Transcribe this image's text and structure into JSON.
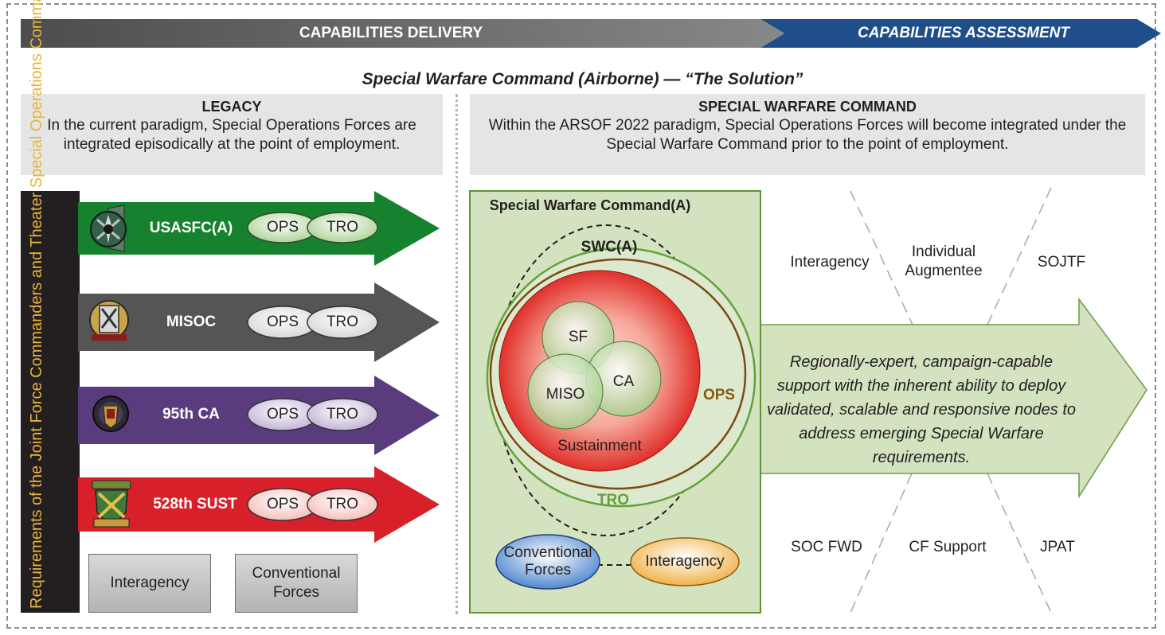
{
  "header": {
    "delivery_label": "CAPABILITIES DELIVERY",
    "assessment_label": "CAPABILITIES ASSESSMENT"
  },
  "subtitle": "Special Warfare Command (Airborne) — “The Solution”",
  "legacy": {
    "title": "LEGACY",
    "description": "In the current paradigm, Special Operations Forces are integrated episodically at the point of employment.",
    "sidebar_text": "Requirements of the Joint Force Commanders and Theater Special Operations Commands",
    "units": [
      {
        "name": "USASFC(A)",
        "color": "#16812f",
        "ops": "OPS",
        "tro": "TRO",
        "insignia": "special-forces-crest-icon"
      },
      {
        "name": "MISOC",
        "color": "#555555",
        "ops": "OPS",
        "tro": "TRO",
        "insignia": "misoc-crest-icon"
      },
      {
        "name": "95th CA",
        "color": "#5a3c7e",
        "ops": "OPS",
        "tro": "TRO",
        "insignia": "civil-affairs-crest-icon"
      },
      {
        "name": "528th SUST",
        "color": "#d8202a",
        "ops": "OPS",
        "tro": "TRO",
        "insignia": "sustainment-crest-icon"
      }
    ],
    "boxes": [
      "Interagency",
      "Conventional Forces"
    ]
  },
  "swc": {
    "title": "SPECIAL WARFARE COMMAND",
    "description": "Within the ARSOF 2022 paradigm, Special Operations Forces will become integrated under the Special Warfare Command prior to the point of employment.",
    "box_title": "Special Warfare Command(A)",
    "swc_label": "SWC(A)",
    "sf": "SF",
    "ca": "CA",
    "miso": "MISO",
    "sustainment": "Sustainment",
    "ops": "OPS",
    "tro": "TRO",
    "conventional_forces": "Conventional Forces",
    "interagency": "Interagency",
    "top_labels": [
      "Interagency",
      "Individual Augmentee",
      "SOJTF"
    ],
    "bottom_labels": [
      "SOC FWD",
      "CF Support",
      "JPAT"
    ],
    "arrow_text": "Regionally-expert, campaign-capable support with the inherent ability to deploy validated, scalable and responsive nodes to address emerging Special Warfare requirements."
  },
  "colors": {
    "delivery_bar": "#5c5c5c",
    "assessment_bar": "#1f4e8a",
    "swc_green": "#d3e2bf",
    "ops_brown": "#8a5a12",
    "tro_green": "#62a23a",
    "sidebar_text": "#e8b53c"
  }
}
